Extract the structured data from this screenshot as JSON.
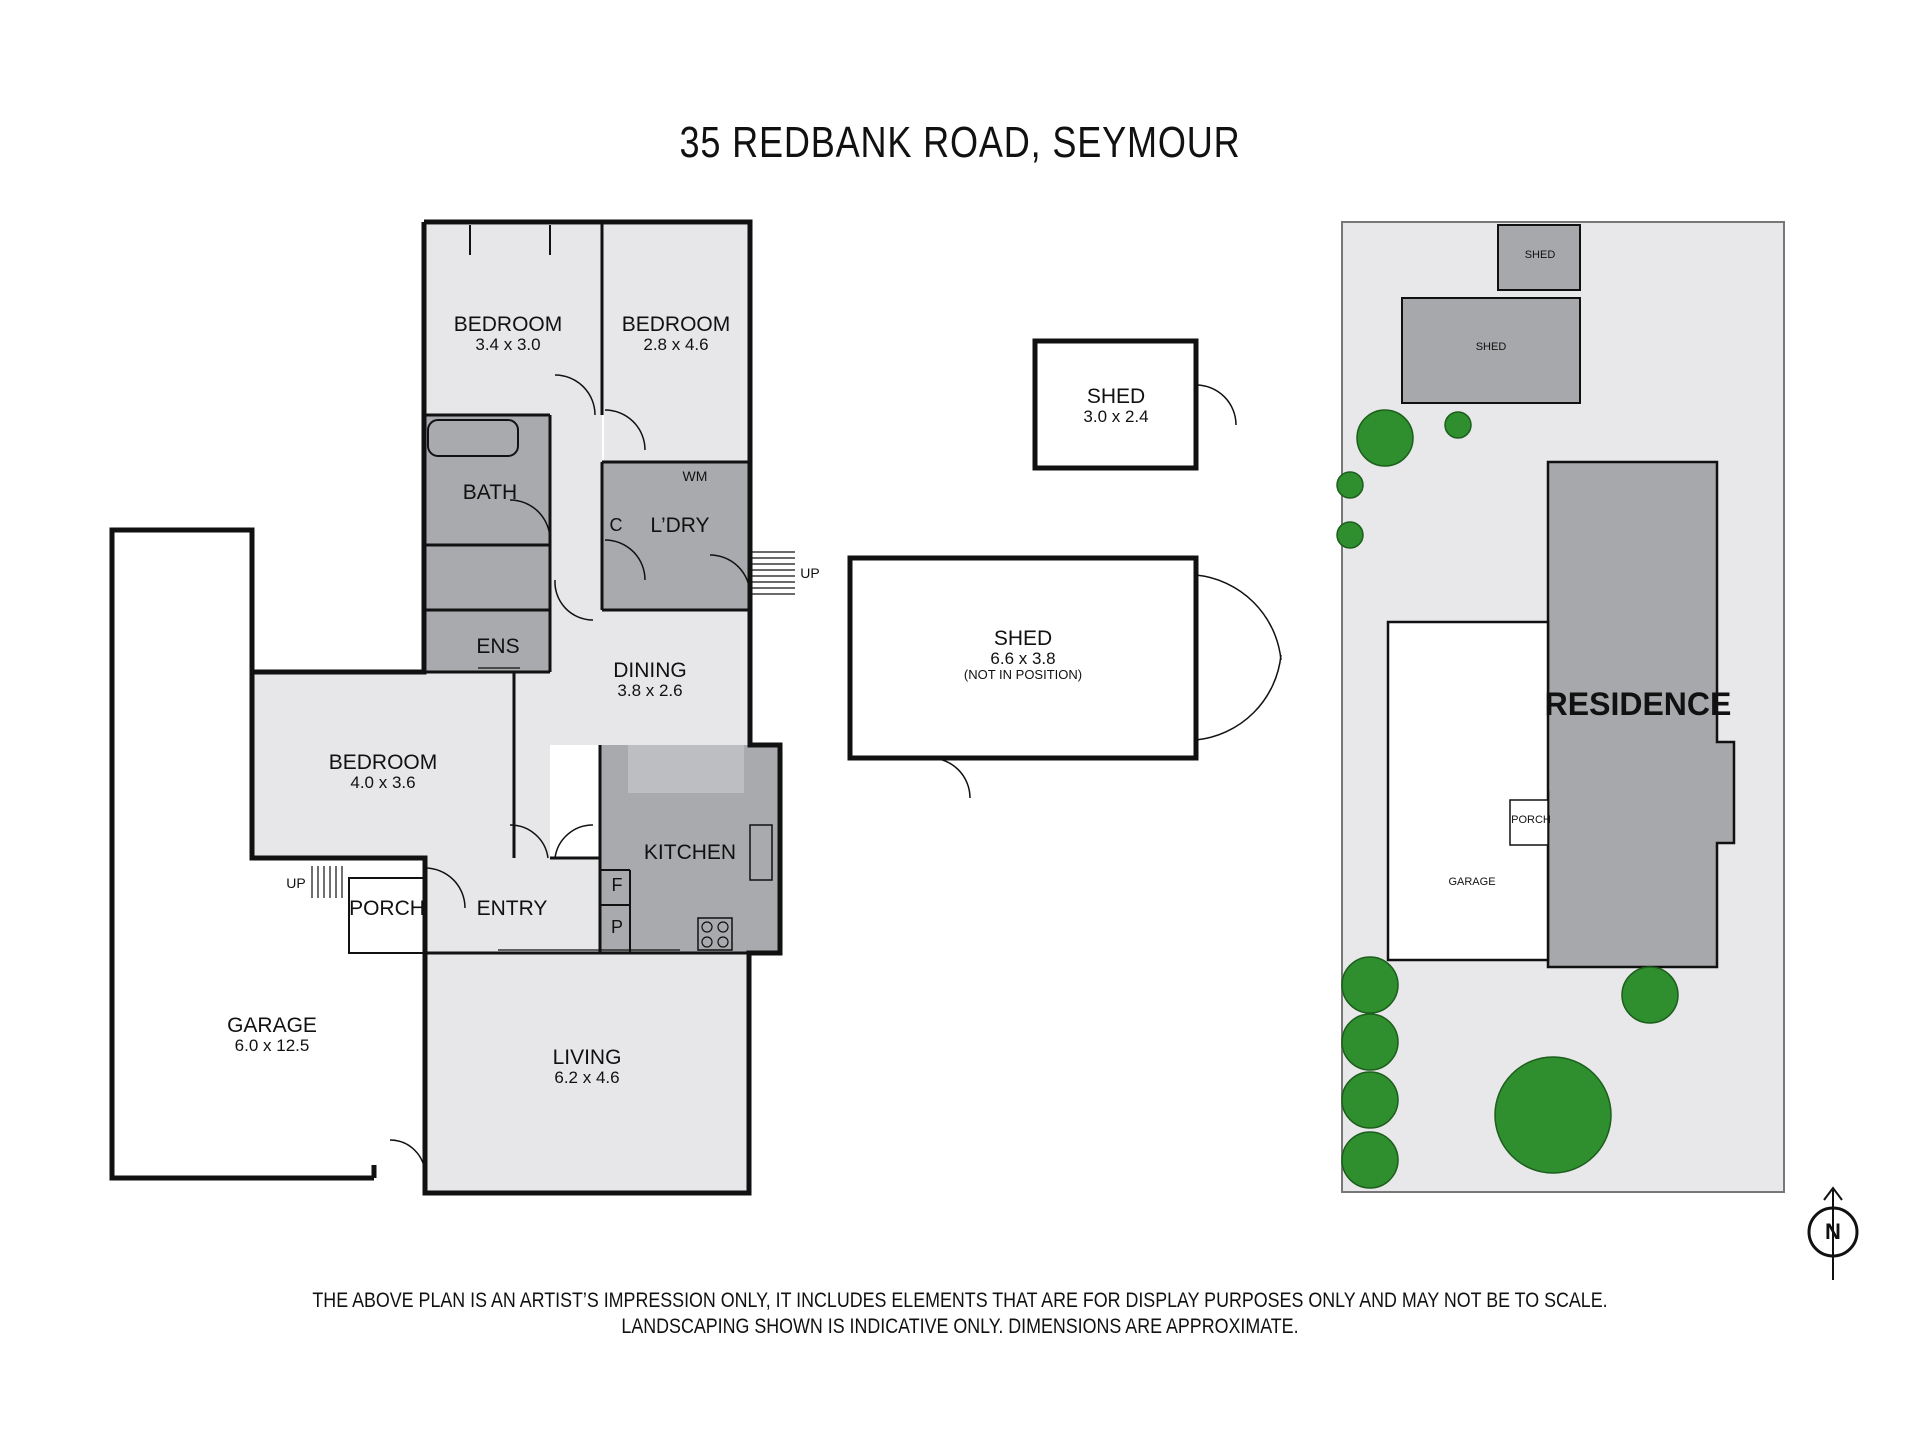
{
  "title": "35 REDBANK ROAD, SEYMOUR",
  "disclaimer": {
    "line1": "THE ABOVE PLAN IS AN ARTIST’S IMPRESSION ONLY, IT INCLUDES ELEMENTS THAT ARE FOR DISPLAY PURPOSES ONLY AND MAY NOT BE TO SCALE.",
    "line2": "LANDSCAPING SHOWN IS INDICATIVE ONLY. DIMENSIONS ARE APPROXIMATE."
  },
  "floorplan": {
    "bedroom1": {
      "name": "BEDROOM",
      "dims": "3.4 x 3.0"
    },
    "bedroom2": {
      "name": "BEDROOM",
      "dims": "2.8 x 4.6"
    },
    "bath": {
      "name": "BATH"
    },
    "laundry": {
      "name": "L’DRY",
      "wm": "WM",
      "cupboard": "C"
    },
    "ens": {
      "name": "ENS"
    },
    "dining": {
      "name": "DINING",
      "dims": "3.8 x 2.6"
    },
    "bedroom3": {
      "name": "BEDROOM",
      "dims": "4.0 x 3.6"
    },
    "kitchen": {
      "name": "KITCHEN",
      "fridge": "F",
      "pantry": "P"
    },
    "entry": {
      "name": "ENTRY"
    },
    "porch": {
      "name": "PORCH",
      "up": "UP"
    },
    "laundry_stairs": {
      "up": "UP"
    },
    "garage": {
      "name": "GARAGE",
      "dims": "6.0 x 12.5"
    },
    "living": {
      "name": "LIVING",
      "dims": "6.2 x 4.6"
    }
  },
  "sheds": {
    "small": {
      "name": "SHED",
      "dims": "3.0 x 2.4"
    },
    "large": {
      "name": "SHED",
      "dims": "6.6 x 3.8",
      "note": "(NOT IN POSITION)"
    }
  },
  "site": {
    "shed1": "SHED",
    "shed2": "SHED",
    "residence": "RESIDENCE",
    "porch": "PORCH",
    "garage": "GARAGE",
    "north": "N"
  },
  "colors": {
    "room_light": "#e7e7e9",
    "room_dark": "#a9aaad",
    "wall": "#111111",
    "site_ground": "#e8e8ea",
    "residence": "#a7a8ab",
    "tree": "#2f8f2f"
  }
}
